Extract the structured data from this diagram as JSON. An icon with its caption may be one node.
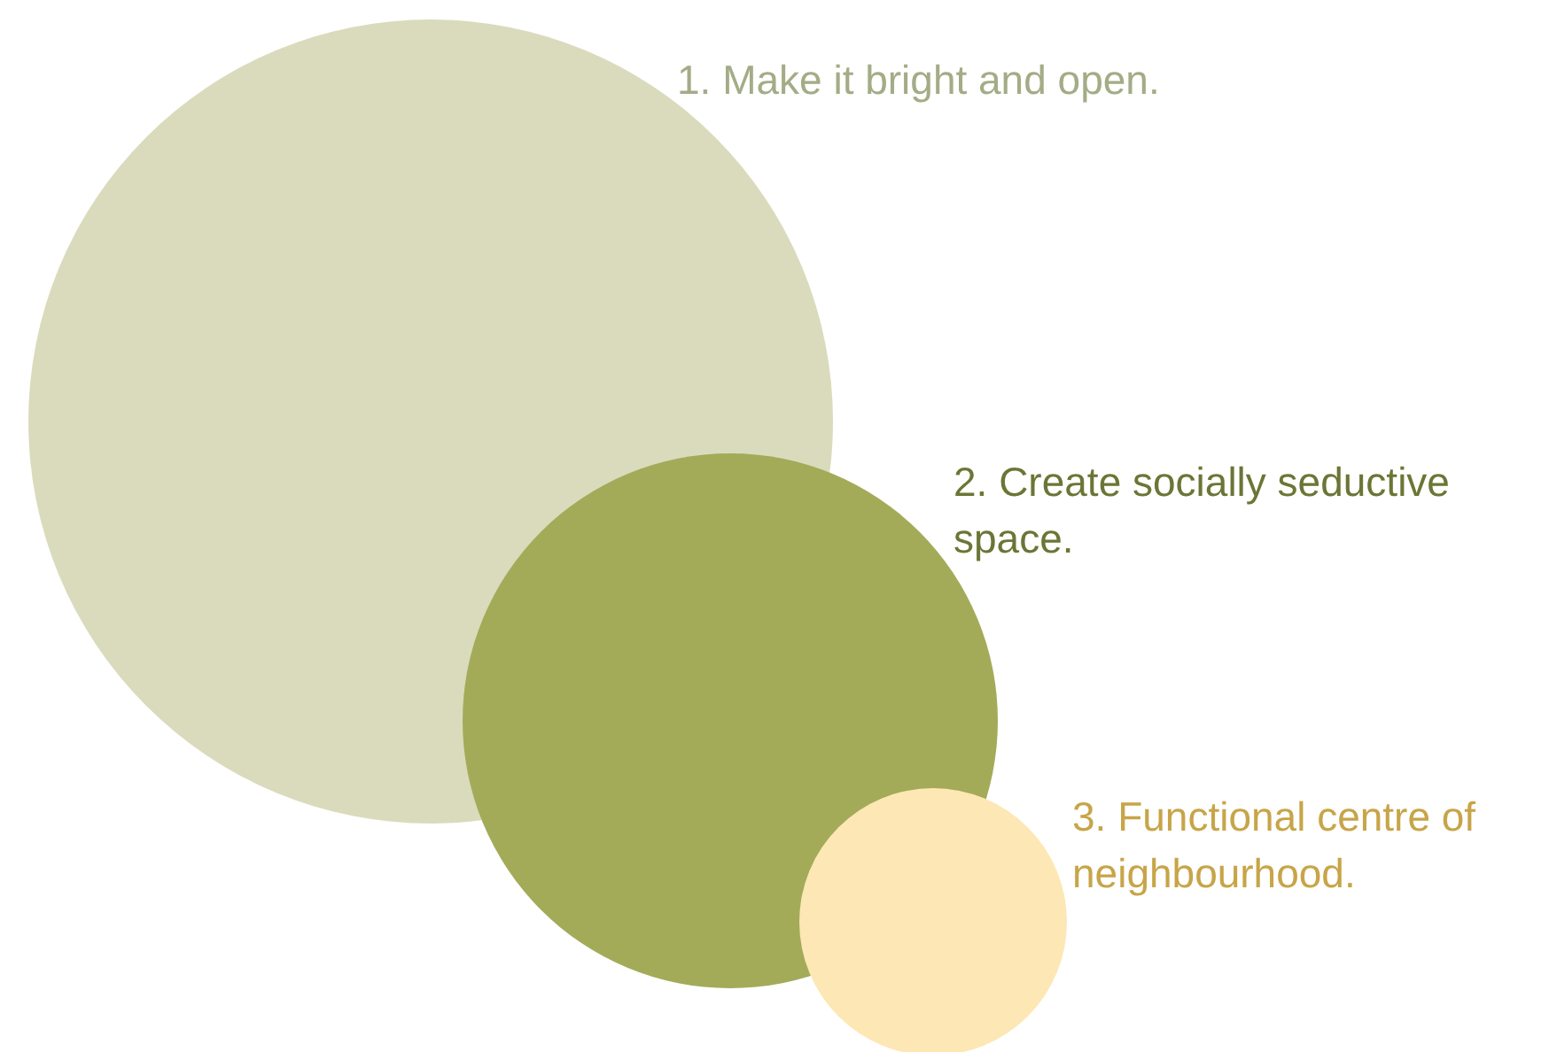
{
  "diagram": {
    "nodes": [
      {
        "text": [],
        "shape": "circle",
        "beside": [
          "1. Make it bright and open."
        ]
      },
      {
        "text": [],
        "shape": "circle",
        "beside": [
          "2. Create socially seductive space."
        ]
      },
      {
        "text": [],
        "shape": "circle",
        "beside": [
          "3. Functional centre of neighbourhood."
        ]
      }
    ]
  }
}
